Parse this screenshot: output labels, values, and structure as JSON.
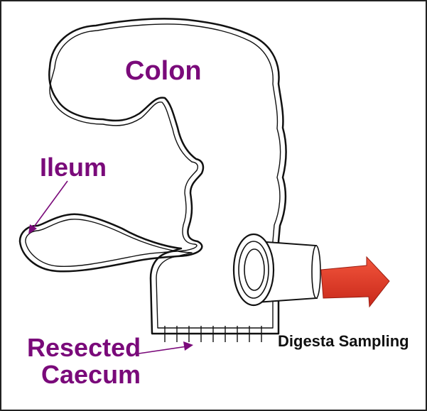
{
  "labels": {
    "colon": "Colon",
    "ileum": "Ileum",
    "resected_line1": "Resected",
    "resected_line2": "Caecum",
    "digesta_sampling": "Digesta Sampling"
  },
  "colors": {
    "label_purple": "#7a0a7a",
    "arrow_red": "#e03a22",
    "outline": "#111111",
    "frame": "#222222"
  }
}
